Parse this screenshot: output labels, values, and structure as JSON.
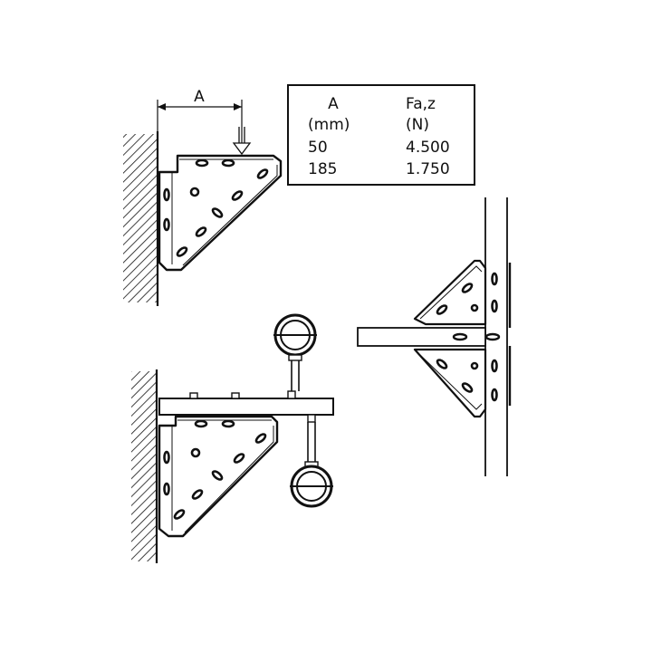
{
  "dimension": {
    "label": "A"
  },
  "load_table": {
    "headers": [
      "A",
      "Fa,z"
    ],
    "units": [
      "(mm)",
      "(N)"
    ],
    "rows": [
      [
        "50",
        "4.500"
      ],
      [
        "185",
        "1.750"
      ]
    ]
  }
}
